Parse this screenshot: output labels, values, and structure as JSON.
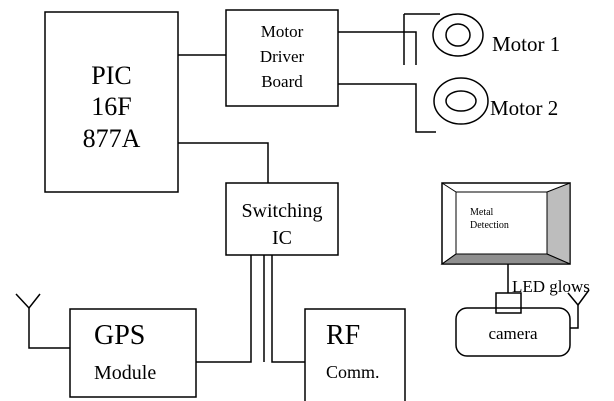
{
  "pic": {
    "line1": "PIC",
    "line2": "16F",
    "line3": "877A"
  },
  "motor_driver": {
    "line1": "Motor",
    "line2": "Driver",
    "line3": "Board"
  },
  "motors": {
    "motor1": "Motor 1",
    "motor2": "Motor 2"
  },
  "switching": {
    "line1": "Switching",
    "line2": "IC"
  },
  "gps": {
    "line1": "GPS",
    "line2": "Module"
  },
  "rf": {
    "line1": "RF",
    "line2": "Comm."
  },
  "metal": {
    "line1": "Metal",
    "line2": "Detection"
  },
  "led_label": "LED glows",
  "camera_label": "camera"
}
